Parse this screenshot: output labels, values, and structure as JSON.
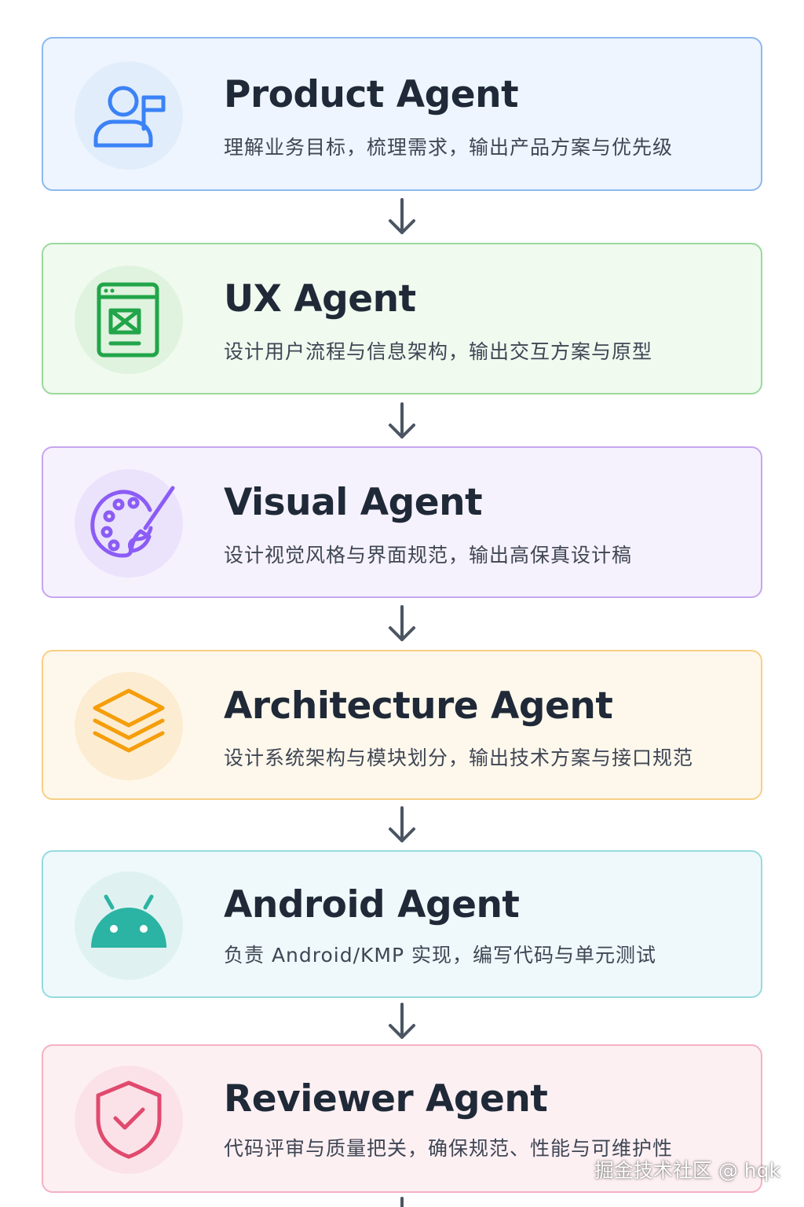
{
  "agents": [
    {
      "title": "Product Agent",
      "description": "理解业务目标，梳理需求，输出产品方案与优先级",
      "icon": "user-flag-icon",
      "color": "#3b82f6",
      "border": "#8db8f1",
      "background": "#eef5fe",
      "circle": "#e2edfb"
    },
    {
      "title": "UX Agent",
      "description": "设计用户流程与信息架构，输出交互方案与原型",
      "icon": "wireframe-icon",
      "color": "#22a54a",
      "border": "#9bd99d",
      "background": "#f0faef",
      "circle": "#dff3de"
    },
    {
      "title": "Visual Agent",
      "description": "设计视觉风格与界面规范，输出高保真设计稿",
      "icon": "palette-brush-icon",
      "color": "#8b5cf6",
      "border": "#c5a6ef",
      "background": "#f6f2fd",
      "circle": "#ebe3fb"
    },
    {
      "title": "Architecture Agent",
      "description": "设计系统架构与模块划分，输出技术方案与接口规范",
      "icon": "layers-icon",
      "color": "#f59e0b",
      "border": "#f8cf85",
      "background": "#fef8ec",
      "circle": "#fcecd2"
    },
    {
      "title": "Android Agent",
      "description": "负责 Android/KMP 实现，编写代码与单元测试",
      "icon": "android-icon",
      "color": "#2bb3a3",
      "border": "#95dbe0",
      "background": "#eff9fb",
      "circle": "#dff2f1"
    },
    {
      "title": "Reviewer Agent",
      "description": "代码评审与质量把关，确保规范、性能与可维护性",
      "icon": "shield-check-icon",
      "color": "#e04a6e",
      "border": "#f4b2c3",
      "background": "#fdf0f3",
      "circle": "#fbe2e8"
    }
  ],
  "arrow_color": "#4b5563",
  "watermark": "掘金技术社区 @ hqk"
}
